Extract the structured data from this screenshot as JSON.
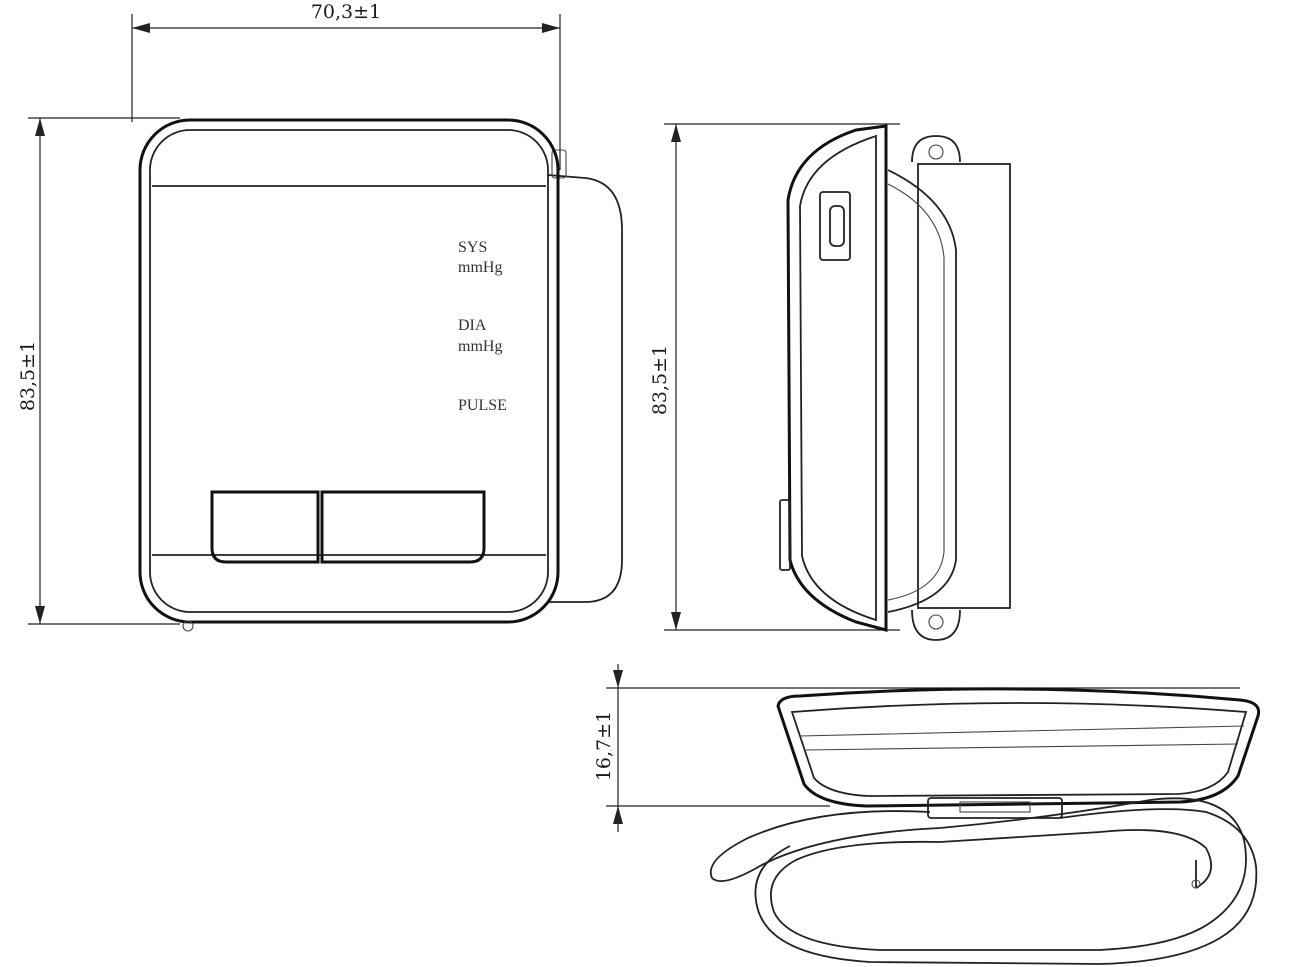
{
  "dimensions": {
    "width_label": "70,3±1",
    "height_front_label": "83,5±1",
    "height_side_label": "83,5±1",
    "depth_label": "16,7±1"
  },
  "display_labels": {
    "sys": "SYS",
    "sys_unit": "mmHg",
    "dia": "DIA",
    "dia_unit": "mmHg",
    "pulse": "PULSE"
  },
  "colors": {
    "line": "#111111",
    "background": "#ffffff"
  }
}
